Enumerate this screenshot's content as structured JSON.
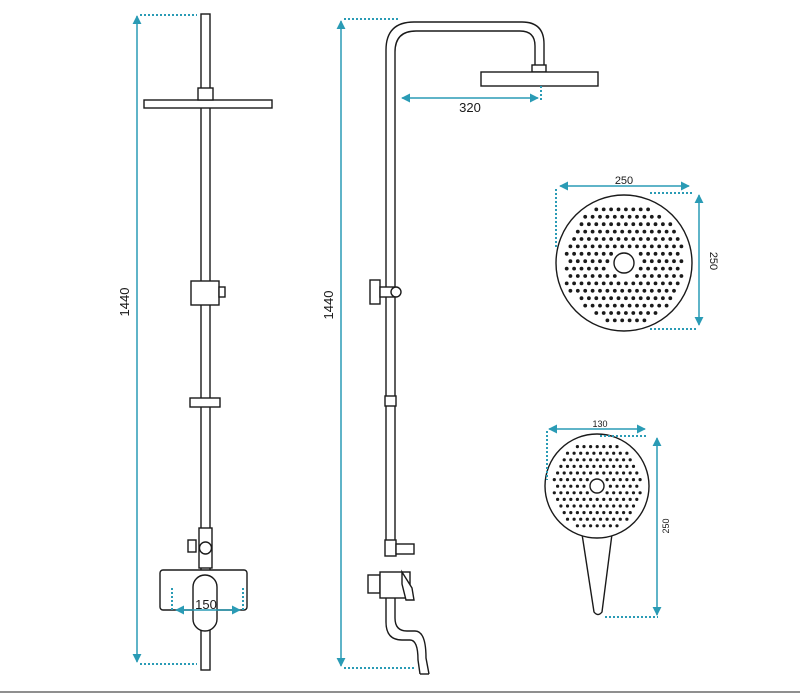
{
  "colors": {
    "line": "#1a1a1a",
    "dimension": "#2a9bb5",
    "background": "#ffffff"
  },
  "dimensions": {
    "front_height": "1440",
    "side_height": "1440",
    "arm_reach": "320",
    "mixer_spacing": "150",
    "head_width": "250",
    "head_depth": "250",
    "hand_width": "130",
    "hand_length": "250"
  }
}
